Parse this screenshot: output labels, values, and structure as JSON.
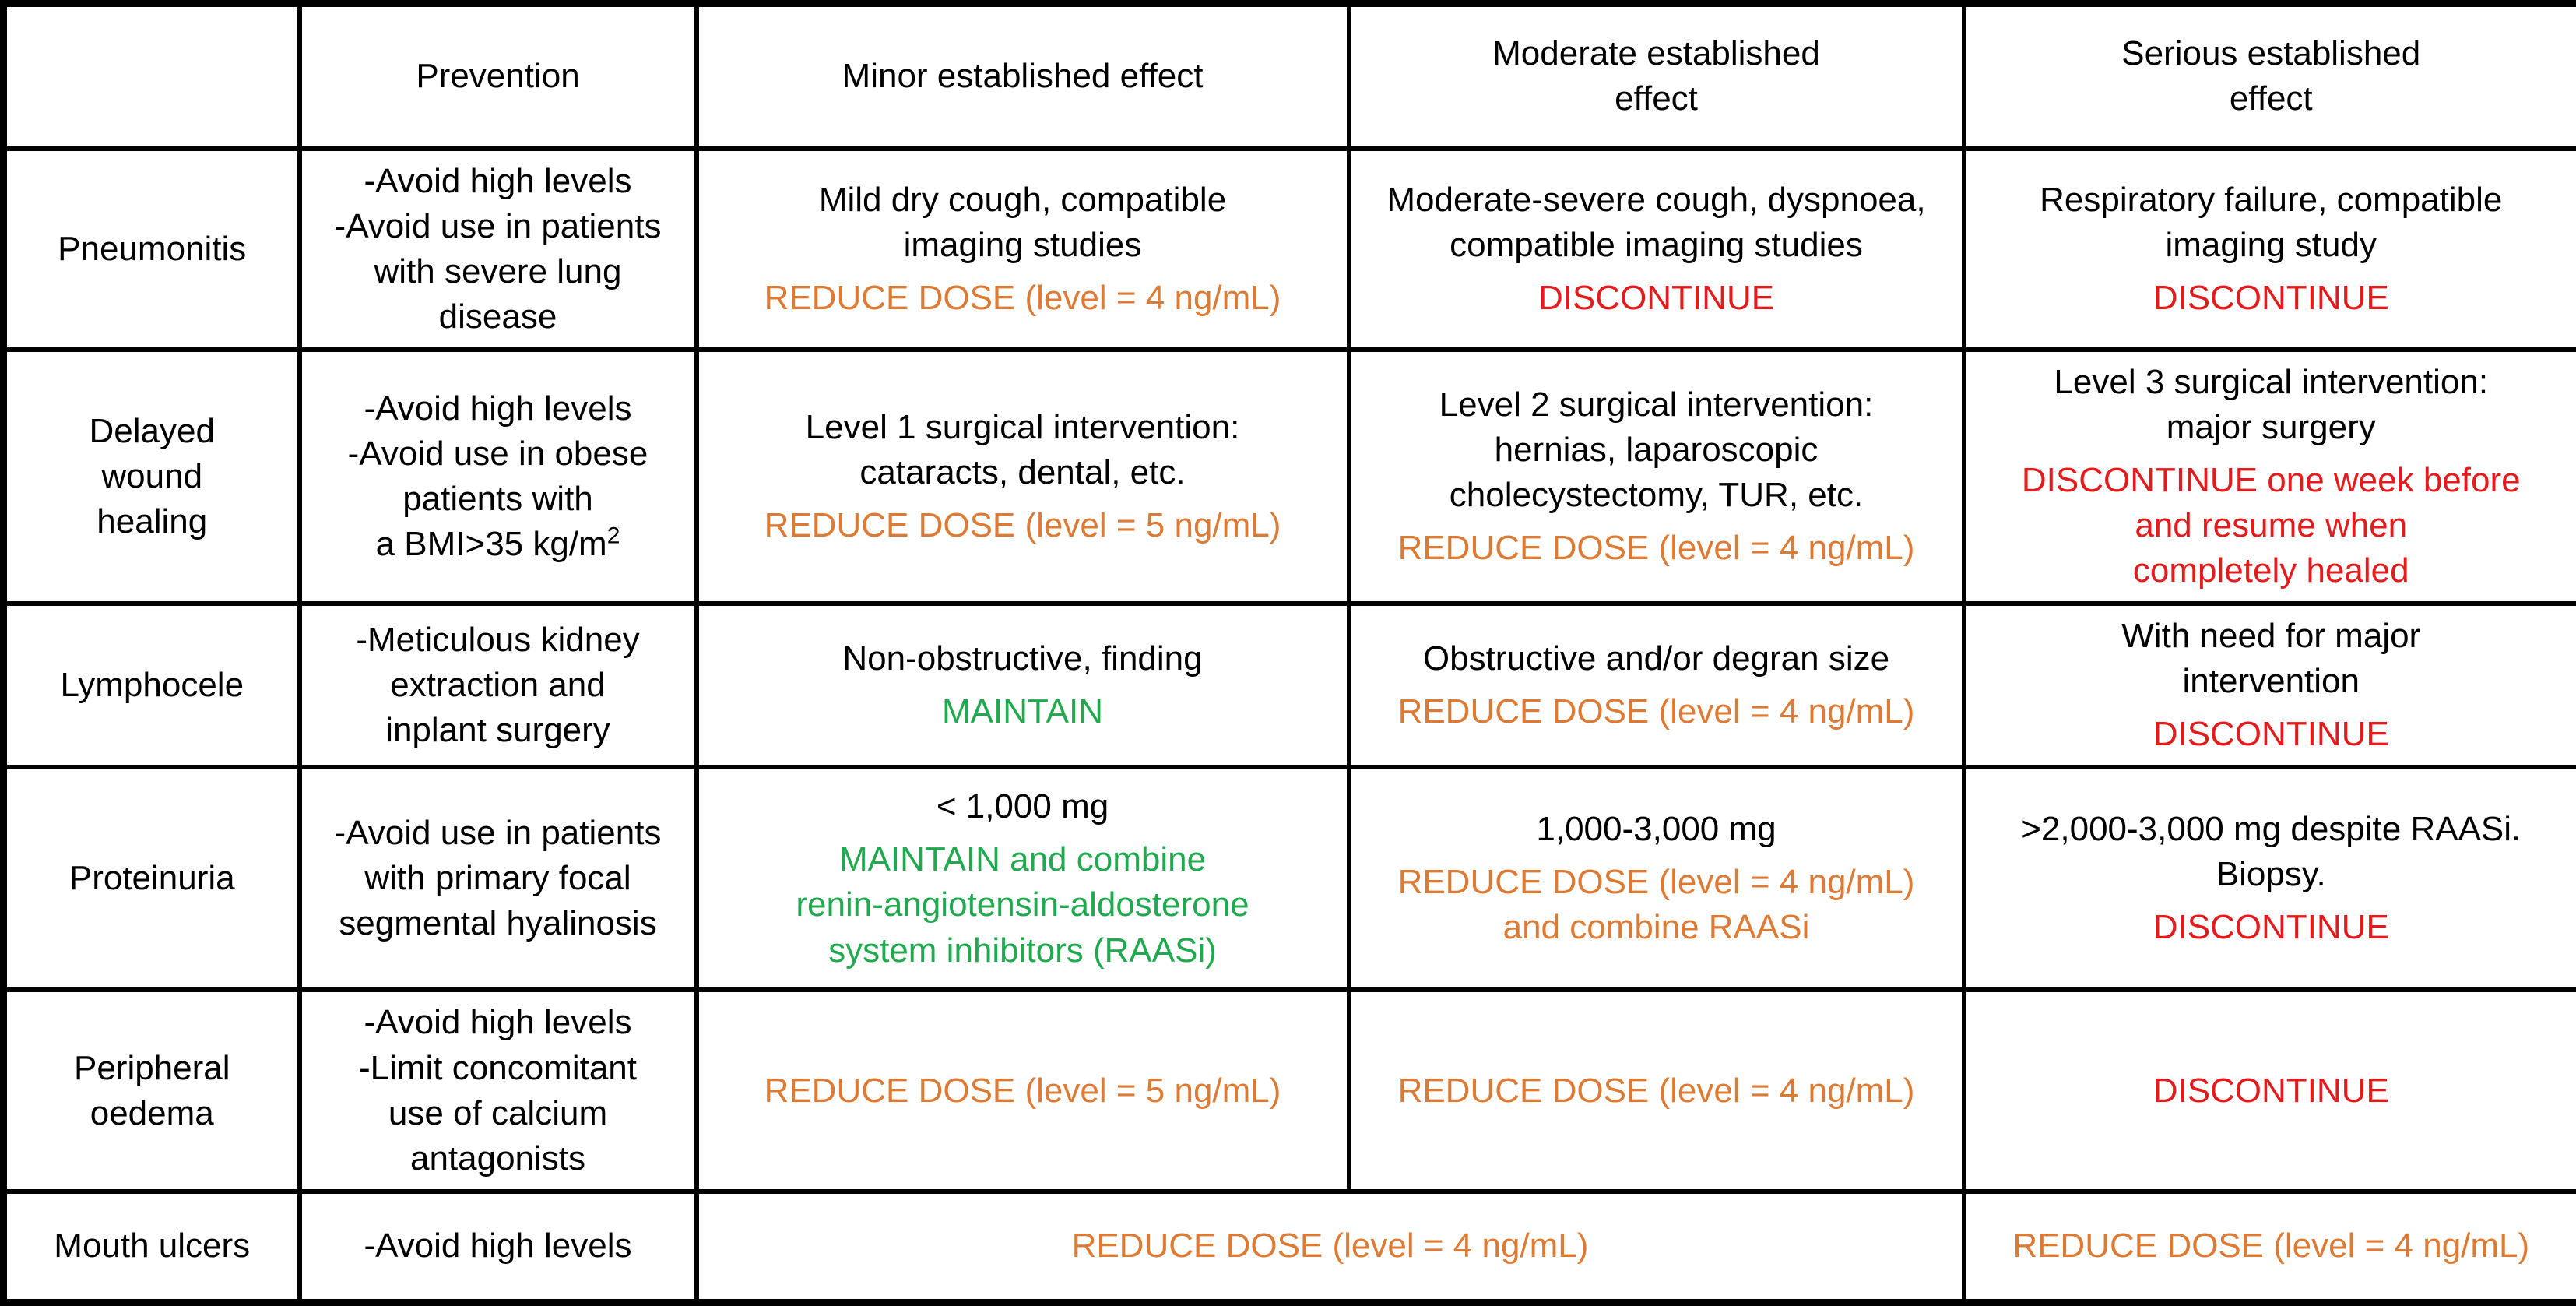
{
  "colors": {
    "orange": "#DD7B35",
    "red": "#E31B1C",
    "green": "#21A94F",
    "border": "#000000",
    "background": "#FFFFFF"
  },
  "table": {
    "columns": {
      "corner": "",
      "prevention": "Prevention",
      "minor": "Minor established effect",
      "moderate": "Moderate established\neffect",
      "serious": "Serious established\neffect"
    },
    "rows": {
      "pneumonitis": {
        "name": "Pneumonitis",
        "prevention": "-Avoid high levels\n-Avoid use in patients\nwith severe lung\ndisease",
        "minor_desc": "Mild dry cough, compatible\nimaging studies",
        "minor_action": "REDUCE DOSE (level = 4 ng/mL)",
        "moderate_desc": "Moderate-severe cough, dyspnoea,\ncompatible imaging studies",
        "moderate_action": "DISCONTINUE",
        "serious_desc": "Respiratory failure, compatible\nimaging study",
        "serious_action": "DISCONTINUE"
      },
      "delayed_wound_healing": {
        "name": "Delayed\nwound\nhealing",
        "prevention": "-Avoid high levels\n-Avoid use in obese\npatients with\na BMI>35 kg/m",
        "prevention_sup": "2",
        "minor_desc": "Level 1 surgical intervention:\ncataracts, dental, etc.",
        "minor_action": "REDUCE DOSE (level = 5 ng/mL)",
        "moderate_desc": "Level 2 surgical intervention:\nhernias, laparoscopic\ncholecystectomy, TUR, etc.",
        "moderate_action": "REDUCE DOSE (level = 4 ng/mL)",
        "serious_desc": "Level 3 surgical intervention:\nmajor surgery",
        "serious_action": "DISCONTINUE one week before\nand resume when\ncompletely healed"
      },
      "lymphocele": {
        "name": "Lymphocele",
        "prevention": "-Meticulous kidney\nextraction and\ninplant surgery",
        "minor_desc": "Non-obstructive, finding",
        "minor_action": "MAINTAIN",
        "moderate_desc": "Obstructive and/or degran size",
        "moderate_action": "REDUCE DOSE (level = 4 ng/mL)",
        "serious_desc": "With need for major\nintervention",
        "serious_action": "DISCONTINUE"
      },
      "proteinuria": {
        "name": "Proteinuria",
        "prevention": "-Avoid use in patients\nwith primary focal\nsegmental hyalinosis",
        "minor_desc": "< 1,000 mg",
        "minor_action": "MAINTAIN and combine\nrenin-angiotensin-aldosterone\nsystem inhibitors (RAASi)",
        "moderate_desc": "1,000-3,000 mg",
        "moderate_action": "REDUCE DOSE (level = 4 ng/mL)\nand combine RAASi",
        "serious_desc": ">2,000-3,000 mg despite RAASi.\nBiopsy.",
        "serious_action": "DISCONTINUE"
      },
      "peripheral_oedema": {
        "name": "Peripheral\noedema",
        "prevention": "-Avoid high levels\n-Limit concomitant\nuse of calcium\nantagonists",
        "minor_action": "REDUCE DOSE (level = 5 ng/mL)",
        "moderate_action": "REDUCE DOSE (level = 4 ng/mL)",
        "serious_action": "DISCONTINUE"
      },
      "mouth_ulcers": {
        "name": "Mouth ulcers",
        "prevention": "-Avoid high levels",
        "minor_moderate_action": "REDUCE DOSE (level = 4 ng/mL)",
        "serious_action": "REDUCE DOSE (level = 4 ng/mL)"
      }
    }
  }
}
